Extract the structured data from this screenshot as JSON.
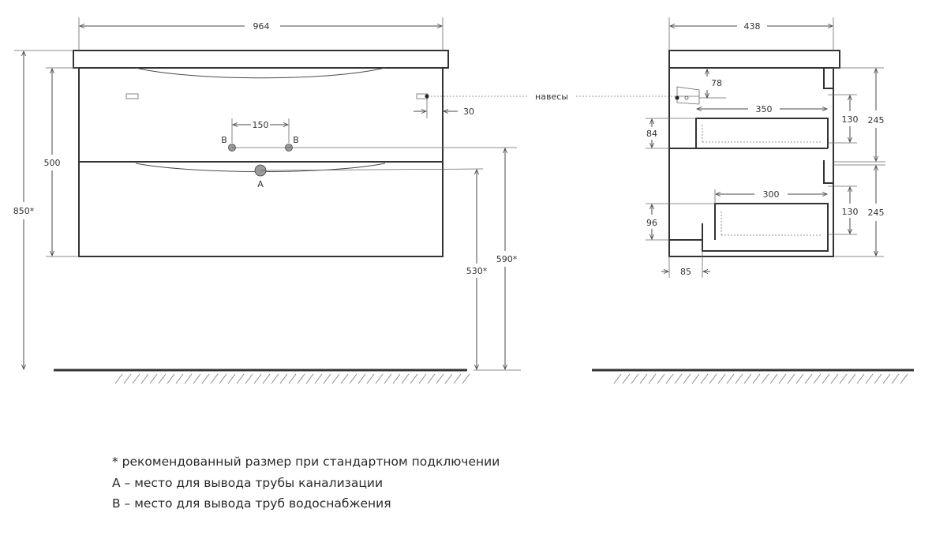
{
  "front_view": {
    "width_label": "964",
    "total_height_label": "850*",
    "body_height_label": "500",
    "pipe_spacing_label": "150",
    "hanger_offset_label": "30",
    "height_530_label": "530*",
    "height_590_label": "590*",
    "label_a": "A",
    "label_b_left": "B",
    "label_b_right": "B"
  },
  "hanger_callout": "навесы",
  "side_view": {
    "depth_label": "438",
    "hanger_depth_label": "78",
    "top_drawer_depth_label": "350",
    "top_drawer_height_label": "84",
    "top_drawer_gap_label": "130",
    "top_section_label": "245",
    "bottom_drawer_depth_label": "300",
    "bottom_drawer_height_label": "96",
    "bottom_drawer_gap_label": "130",
    "bottom_section_label": "245",
    "bottom_offset_label": "85"
  },
  "notes": {
    "recommended": "* рекомендованный размер при стандартном подключении",
    "note_a": "A – место для вывода трубы канализации",
    "note_b": "B – место для вывода труб водоснабжения"
  },
  "colors": {
    "line": "#4a4a4a",
    "text": "#333333"
  }
}
